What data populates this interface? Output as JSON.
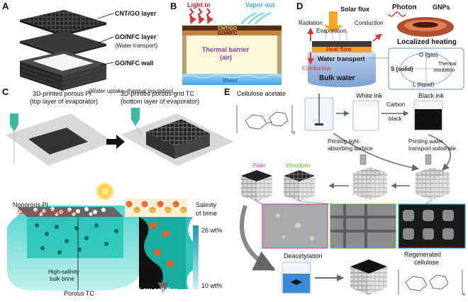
{
  "panels": {
    "A": {
      "letter": "A",
      "labels": {
        "cnt_go": "CNT/GO layer",
        "go_nfc_layer": "GO/NFC layer",
        "water_transport": "(Water transport)",
        "go_nfc_wall": "GO/NFC wall",
        "wall_note": "(Water uptake; thermal insulation)"
      }
    },
    "B": {
      "letter": "B",
      "labels": {
        "light_in": "Light in",
        "vapor_out": "Vapor out",
        "cnt_go": "CNT/GO",
        "go_nfc": "GO/NFC",
        "thermal_barrier": "Thermal barrier",
        "air": "(air)",
        "water": "Water"
      }
    },
    "C": {
      "letter": "C",
      "labels": {
        "pi_title1": "3D-printed porous PI",
        "pi_title2": "(top layer of evaporator)",
        "tc_title1": "3D-printed porous grid TC",
        "tc_title2": "(bottom layer of evaporator)",
        "nonorous_pi": "Nonorous PI",
        "salt_crystallization": "Salt crystallization",
        "high_salinity1": "High-salinity",
        "high_salinity2": "bulk brine",
        "porous_tc": "Porous TC",
        "low_salt_flux": "Low salt flux",
        "salinity_title1": "Salinity",
        "salinity_title2": "of brine",
        "salinity_high": "26 wt%",
        "salinity_low": "10 wt%",
        "ion_cl": "Cl",
        "ion_na": "Na"
      }
    },
    "D": {
      "letter": "D",
      "labels": {
        "solar_flux": "Solar flux",
        "photon": "Photon",
        "gnps": "GNPs",
        "radiation": "Radiation",
        "evaporation": "Evaporation",
        "conduction_top": "Conduction",
        "localized_heating": "Localized heating",
        "heat_flow": "Heat flow",
        "water_transport": "Water transport",
        "conduction_bottom": "Conduction",
        "bulk_water": "Bulk water",
        "g_gas": "G (gas)",
        "s_solid": "S (solid)",
        "thermal": "Thermal",
        "insulation": "insulation",
        "l_liquid": "L (liquid)"
      }
    },
    "E": {
      "letter": "E",
      "labels": {
        "cellulose_acetate": "Cellulose acetate",
        "white_ink": "White ink",
        "black_ink": "Black ink",
        "carbon_black1": "Carbon",
        "carbon_black2": "black",
        "printing_light1": "Printing light-",
        "printing_light2": "absorbing surface",
        "printing_water1": "Printing water",
        "printing_water2": "transport substrate",
        "plate": "Plate",
        "woodpile": "Woodpile",
        "deacetylation": "Deacetylation",
        "regenerated1": "Regenerated",
        "regenerated2": "cellulose",
        "subscript_n": "n"
      }
    }
  },
  "colors": {
    "accent_red": "#e03030",
    "water_blue": "#4aa6e0",
    "teal": "#2fb8b0",
    "plate_magenta": "#e040c0",
    "woodpile_green": "#5cb82c",
    "zoom_blue": "#30a0e0",
    "heat_orange": "#f08020"
  }
}
